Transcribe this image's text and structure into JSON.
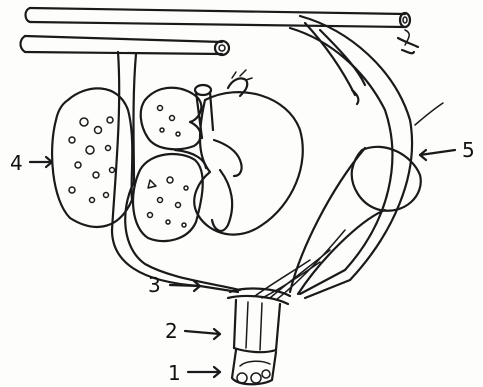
{
  "diagram": {
    "labels": {
      "one": "1",
      "two": "2",
      "three": "3",
      "four": "4",
      "five": "5"
    }
  }
}
